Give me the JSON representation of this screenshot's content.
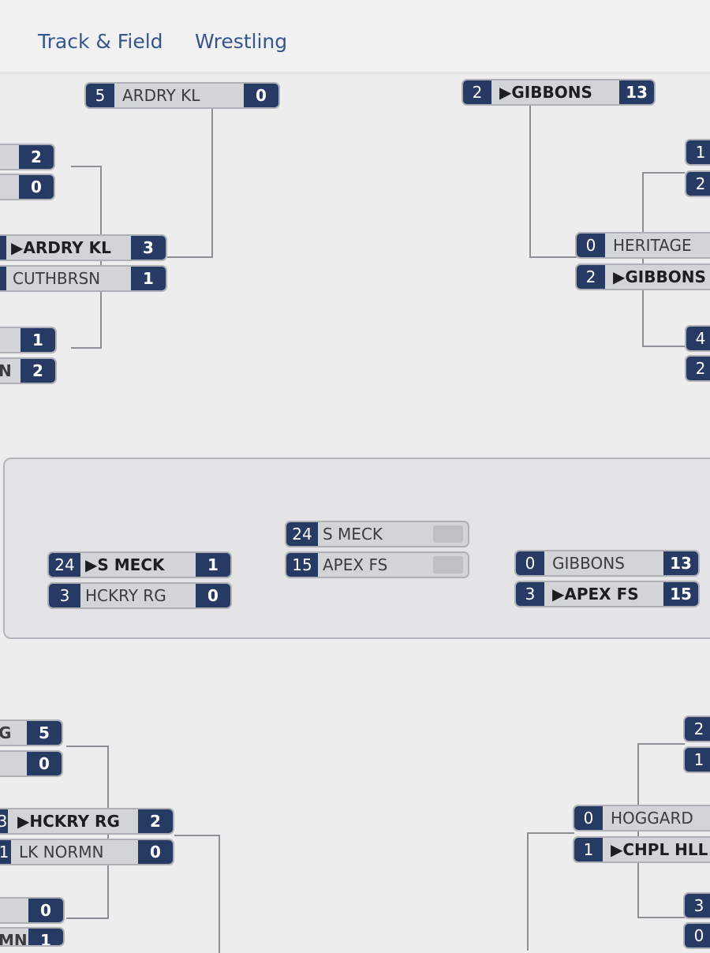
{
  "tabs": [
    {
      "label": "Track & Field"
    },
    {
      "label": "Wrestling"
    }
  ],
  "colors": {
    "seed_bg": "#273a64",
    "box_bg": "#d3d4d8",
    "tab_text": "#36558c",
    "page_bg": "#ededee"
  },
  "bracket": {
    "top_left": {
      "final": {
        "seed": "5",
        "name": "ARDRY KL",
        "score": "0"
      },
      "r1a": {
        "top_score": "2",
        "bottom_score": "0"
      },
      "semi": [
        {
          "seed": "",
          "name": "▶ARDRY KL",
          "score": "3",
          "winner": true
        },
        {
          "seed": "",
          "name": "CUTHBRSN",
          "score": "1"
        }
      ],
      "r1b": {
        "top_score": "1",
        "bottom_name": "N",
        "bottom_score": "2"
      }
    },
    "top_right": {
      "final": {
        "seed": "2",
        "name": "▶GIBBONS",
        "score": "13",
        "winner": true
      },
      "r1a": {
        "top_seed": "1",
        "bottom_seed": "2"
      },
      "semi": [
        {
          "seed": "0",
          "name": "HERITAGE"
        },
        {
          "seed": "2",
          "name": "▶GIBBONS",
          "winner": true
        }
      ],
      "r1b": {
        "top_seed": "4",
        "bottom_seed": "2"
      }
    },
    "championship": {
      "left": [
        {
          "seed": "24",
          "name": "▶S MECK",
          "score": "1",
          "winner": true
        },
        {
          "seed": "3",
          "name": "HCKRY RG",
          "score": "0"
        }
      ],
      "center": [
        {
          "seed": "24",
          "name": "S MECK"
        },
        {
          "seed": "15",
          "name": "APEX FS"
        }
      ],
      "right": [
        {
          "seed": "0",
          "name": "GIBBONS",
          "score": "13"
        },
        {
          "seed": "3",
          "name": "▶APEX FS",
          "score": "15",
          "winner": true
        }
      ]
    },
    "bottom_left": {
      "r1a": {
        "top_name": "G",
        "top_score": "5",
        "bottom_score": "0"
      },
      "semi": [
        {
          "seed": "3",
          "name": "▶HCKRY RG",
          "score": "2",
          "winner": true
        },
        {
          "seed": "1",
          "name": "LK NORMN",
          "score": "0"
        }
      ],
      "r1b": {
        "top_score": "0",
        "bottom_name": "MN",
        "bottom_score": "1"
      }
    },
    "bottom_right": {
      "r1a": {
        "top_seed": "2",
        "bottom_seed": "1"
      },
      "semi": [
        {
          "seed": "0",
          "name": "HOGGARD"
        },
        {
          "seed": "1",
          "name": "▶CHPL HLL",
          "winner": true
        }
      ],
      "r1b": {
        "top_seed": "3",
        "bottom_seed": "0"
      }
    }
  }
}
